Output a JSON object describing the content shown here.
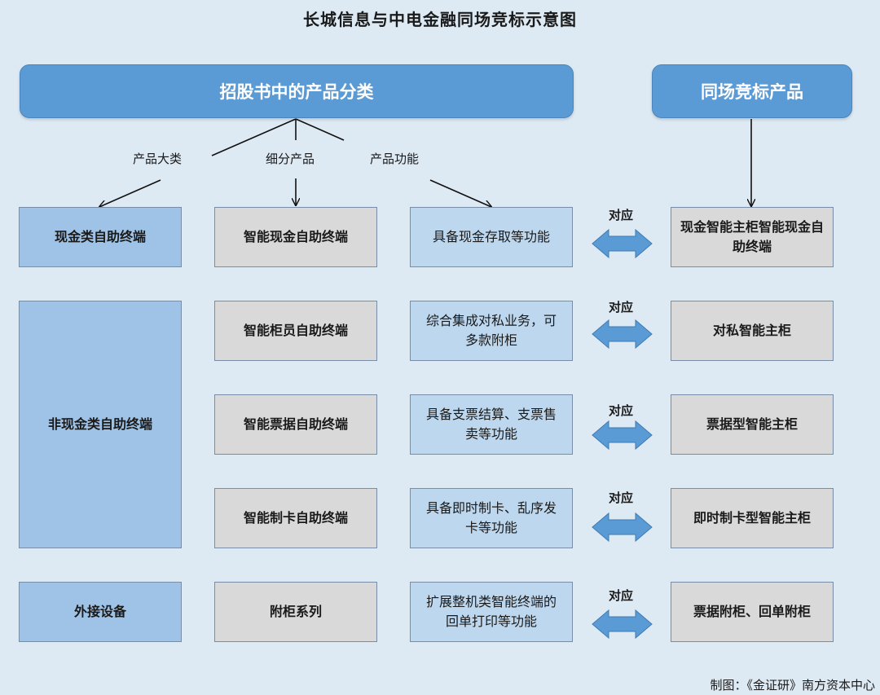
{
  "title": "长城信息与中电金融同场竞标示意图",
  "headers": {
    "left": "招股书中的产品分类",
    "right": "同场竞标产品"
  },
  "branch_labels": {
    "category": "产品大类",
    "sub_product": "细分产品",
    "function": "产品功能"
  },
  "categories": [
    "现金类自助终端",
    "非现金类自助终端",
    "外接设备"
  ],
  "rows": [
    {
      "sub_product": "智能现金自助终端",
      "function": "具备现金存取等功能",
      "corresponds": "对应",
      "competing": "现金智能主柜智能现金自助终端"
    },
    {
      "sub_product": "智能柜员自助终端",
      "function": "综合集成对私业务，可多款附柜",
      "corresponds": "对应",
      "competing": "对私智能主柜"
    },
    {
      "sub_product": "智能票据自助终端",
      "function": "具备支票结算、支票售卖等功能",
      "corresponds": "对应",
      "competing": "票据型智能主柜"
    },
    {
      "sub_product": "智能制卡自助终端",
      "function": "具备即时制卡、乱序发卡等功能",
      "corresponds": "对应",
      "competing": "即时制卡型智能主柜"
    },
    {
      "sub_product": "附柜系列",
      "function": "扩展整机类智能终端的回单打印等功能",
      "corresponds": "对应",
      "competing": "票据附柜、回单附柜"
    }
  ],
  "credit": "制图：《金证研》南方资本中心",
  "colors": {
    "background": "#dde9f3",
    "header": "#5b9bd5",
    "category_box": "#9ec3e6",
    "sub_product_box": "#d9d9d9",
    "function_box": "#bdd7ee",
    "double_arrow": "#5b9bd5"
  }
}
